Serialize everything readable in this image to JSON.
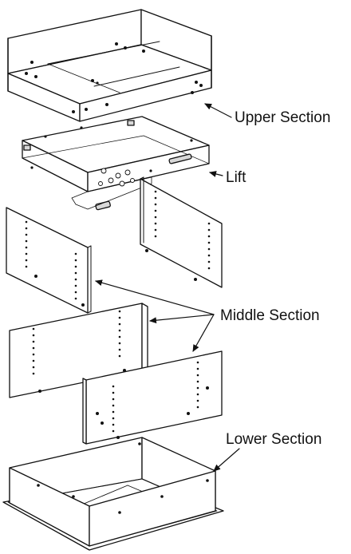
{
  "labels": {
    "upper": "Upper Section",
    "lift": "Lift",
    "middle": "Middle Section",
    "lower": "Lower Section"
  },
  "colors": {
    "line": "#111111",
    "fill": "#ffffff",
    "shade": "#d8d8d8"
  }
}
